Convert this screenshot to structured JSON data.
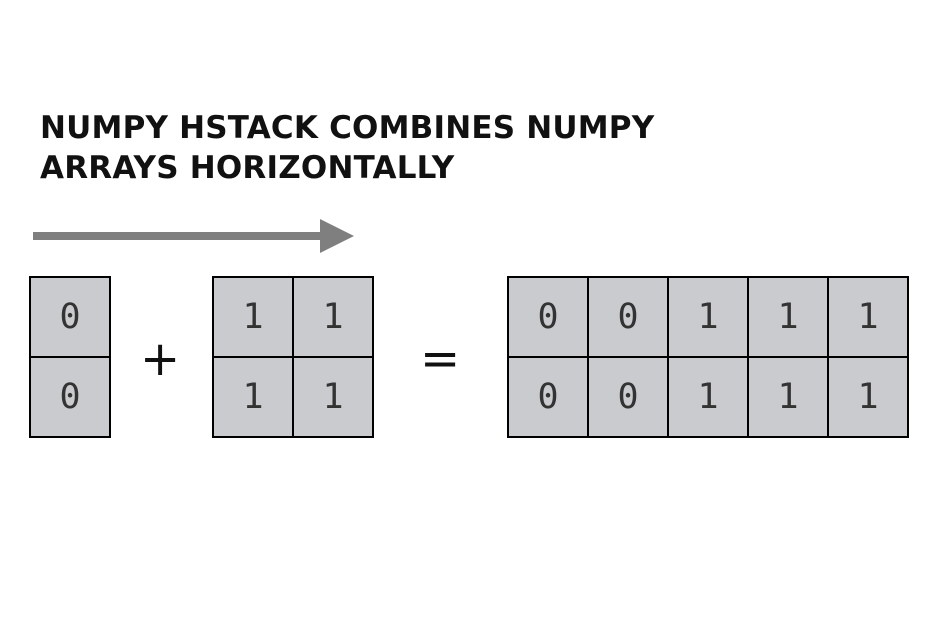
{
  "title": {
    "line1": "NUMPY HSTACK COMBINES NUMPY",
    "line2": "ARRAYS HORIZONTALLY"
  },
  "colors": {
    "arrow": "#7f7f7f",
    "cell_fill": "#c9cbce",
    "cell_border": "#000000"
  },
  "operators": {
    "plus": "+",
    "equals": "="
  },
  "arrays": {
    "a": [
      [
        "0"
      ],
      [
        "0"
      ]
    ],
    "b": [
      [
        "1",
        "1"
      ],
      [
        "1",
        "1"
      ]
    ],
    "result": [
      [
        "0",
        "0",
        "1",
        "1",
        "1"
      ],
      [
        "0",
        "0",
        "1",
        "1",
        "1"
      ]
    ]
  }
}
